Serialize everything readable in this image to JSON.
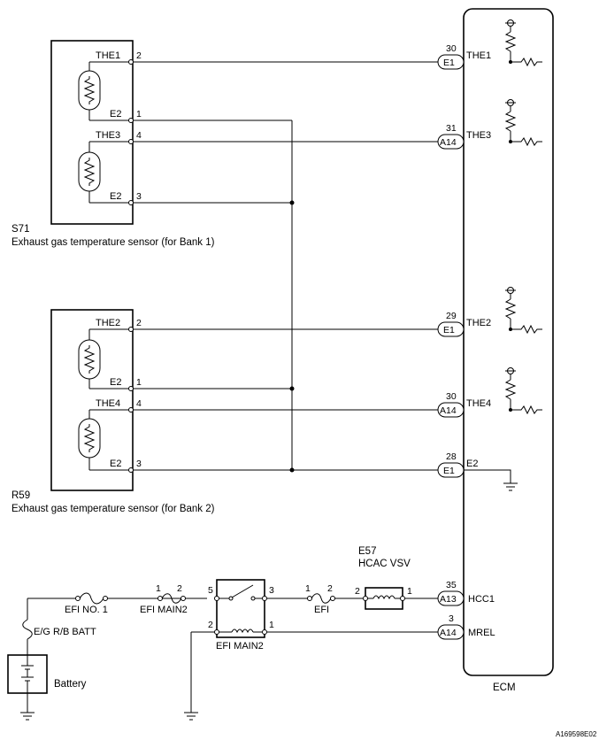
{
  "sensor_bank1": {
    "id": "S71",
    "description": "Exhaust gas temperature sensor (for Bank 1)",
    "pins": [
      {
        "name": "THE1",
        "num": "2"
      },
      {
        "name": "E2",
        "num": "1"
      },
      {
        "name": "THE3",
        "num": "4"
      },
      {
        "name": "E2",
        "num": "3"
      }
    ]
  },
  "sensor_bank2": {
    "id": "R59",
    "description": "Exhaust gas temperature sensor (for Bank 2)",
    "pins": [
      {
        "name": "THE2",
        "num": "2"
      },
      {
        "name": "E2",
        "num": "1"
      },
      {
        "name": "THE4",
        "num": "4"
      },
      {
        "name": "E2",
        "num": "3"
      }
    ]
  },
  "ecm": {
    "label": "ECM",
    "pins": [
      {
        "num": "30",
        "connector": "E1",
        "signal": "THE1"
      },
      {
        "num": "31",
        "connector": "A14",
        "signal": "THE3"
      },
      {
        "num": "29",
        "connector": "E1",
        "signal": "THE2"
      },
      {
        "num": "30",
        "connector": "A14",
        "signal": "THE4"
      },
      {
        "num": "28",
        "connector": "E1",
        "signal": "E2"
      },
      {
        "num": "35",
        "connector": "A13",
        "signal": "HCC1"
      },
      {
        "num": "3",
        "connector": "A14",
        "signal": "MREL"
      }
    ]
  },
  "power": {
    "fuse_efi_no1": "EFI NO. 1",
    "fuse_efi_main2": "EFI MAIN2",
    "fuse_efi_main2_pins": [
      "1",
      "2"
    ],
    "relay_label": "EFI MAIN2",
    "relay_pins": [
      "5",
      "3",
      "2",
      "1"
    ],
    "fuse_efi": "EFI",
    "fuse_efi_pins": [
      "1",
      "2"
    ],
    "fuse_batt": "E/G R/B BATT",
    "battery": "Battery"
  },
  "vsv": {
    "id": "E57",
    "name": "HCAC VSV",
    "pins": [
      "2",
      "1"
    ]
  },
  "figure_code": "A169598E02"
}
